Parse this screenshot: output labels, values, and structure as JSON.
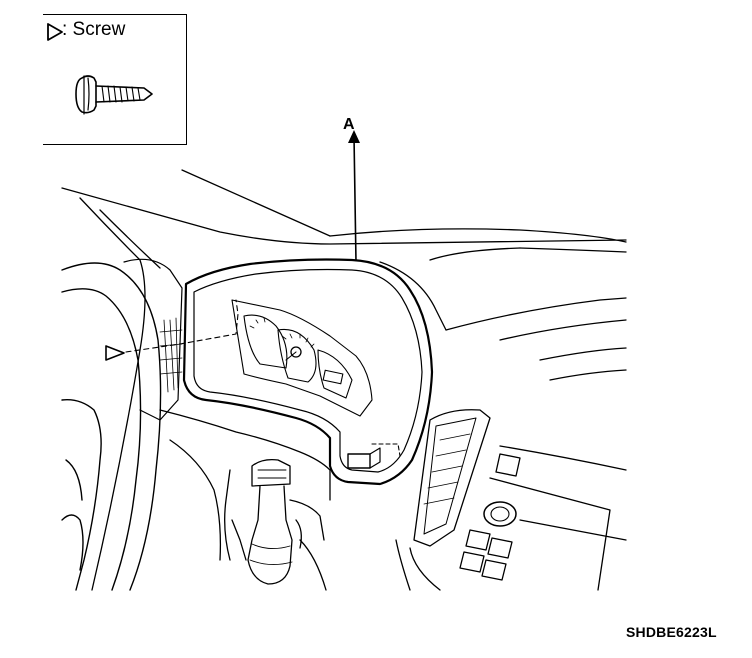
{
  "legend": {
    "symbol_icon": "open-triangle-icon",
    "label": ": Screw",
    "screw_icon": "self-tapping-screw-icon"
  },
  "callouts": {
    "a_label": "A"
  },
  "figure_code": "SHDBE6223L",
  "colors": {
    "ink": "#000000",
    "paper": "#ffffff"
  }
}
